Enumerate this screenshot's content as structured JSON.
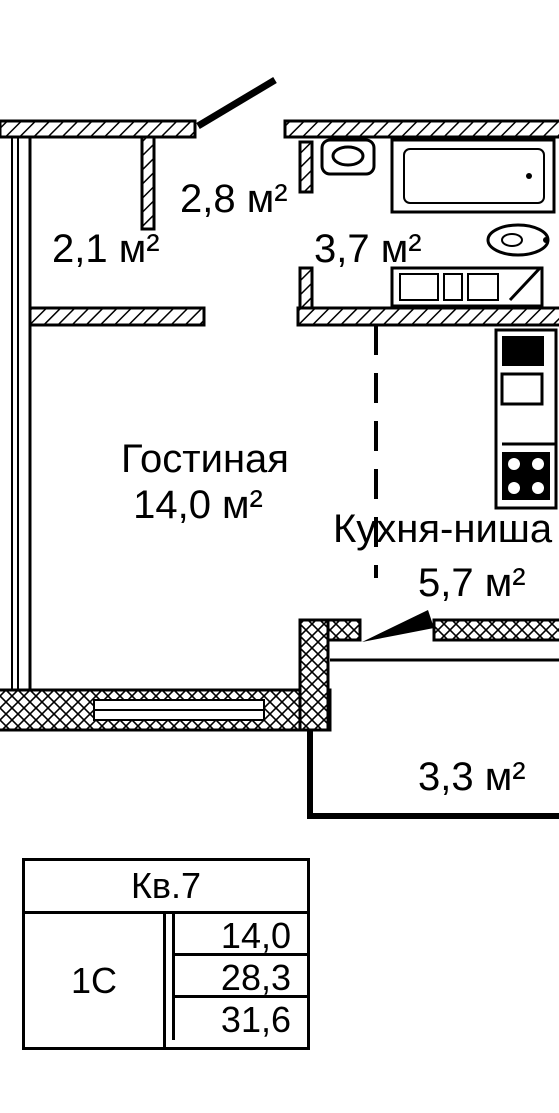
{
  "rooms": {
    "hall": {
      "area": "2,1 м²"
    },
    "corridor": {
      "area": "2,8 м²"
    },
    "bathroom": {
      "area": "3,7 м²"
    },
    "living": {
      "name": "Гостиная",
      "area": "14,0 м²"
    },
    "kitchen": {
      "name": "Кухня-ниша",
      "area": "5,7 м²"
    },
    "balcony": {
      "area": "3,3 м²"
    }
  },
  "summary": {
    "apartment": "Кв.7",
    "type": "1С",
    "values": [
      "14,0",
      "28,3",
      "31,6"
    ]
  },
  "colors": {
    "wall": "#000000",
    "background": "#ffffff"
  }
}
